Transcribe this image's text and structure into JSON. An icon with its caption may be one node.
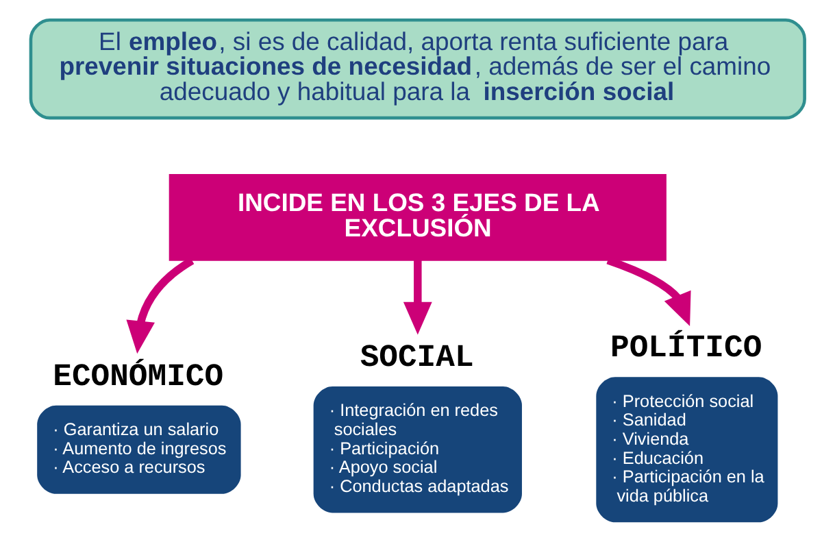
{
  "diagram": {
    "nodes": [
      {
        "text": [
          "El **empleo**, si es de calidad, aporta renta suficiente para **prevenir situaciones de necesidad**, además de ser el camino adecuado y habitual para la **inserción social**"
        ]
      },
      {
        "text": [
          "INCIDE EN LOS 3 EJES DE LA EXCLUSIÓN"
        ]
      },
      {
        "text": [
          "ECONÓMICO",
          "· Garantiza un salario",
          "· Aumento de ingresos",
          "· Acceso a recursos"
        ]
      },
      {
        "text": [
          "SOCIAL",
          "· Integración en redes sociales",
          "· Participación",
          "· Apoyo social",
          "· Conductas adaptadas"
        ]
      },
      {
        "text": [
          "POLÍTICO",
          "· Protección social",
          "· Sanidad",
          "· Vivienda",
          "· Educación",
          "· Participación en la vida pública"
        ]
      }
    ],
    "edges": [
      {
        "from": 1,
        "to": 2,
        "arrow": "to"
      },
      {
        "from": 1,
        "to": 3,
        "arrow": "to"
      },
      {
        "from": 1,
        "to": 4,
        "arrow": "to"
      }
    ]
  }
}
